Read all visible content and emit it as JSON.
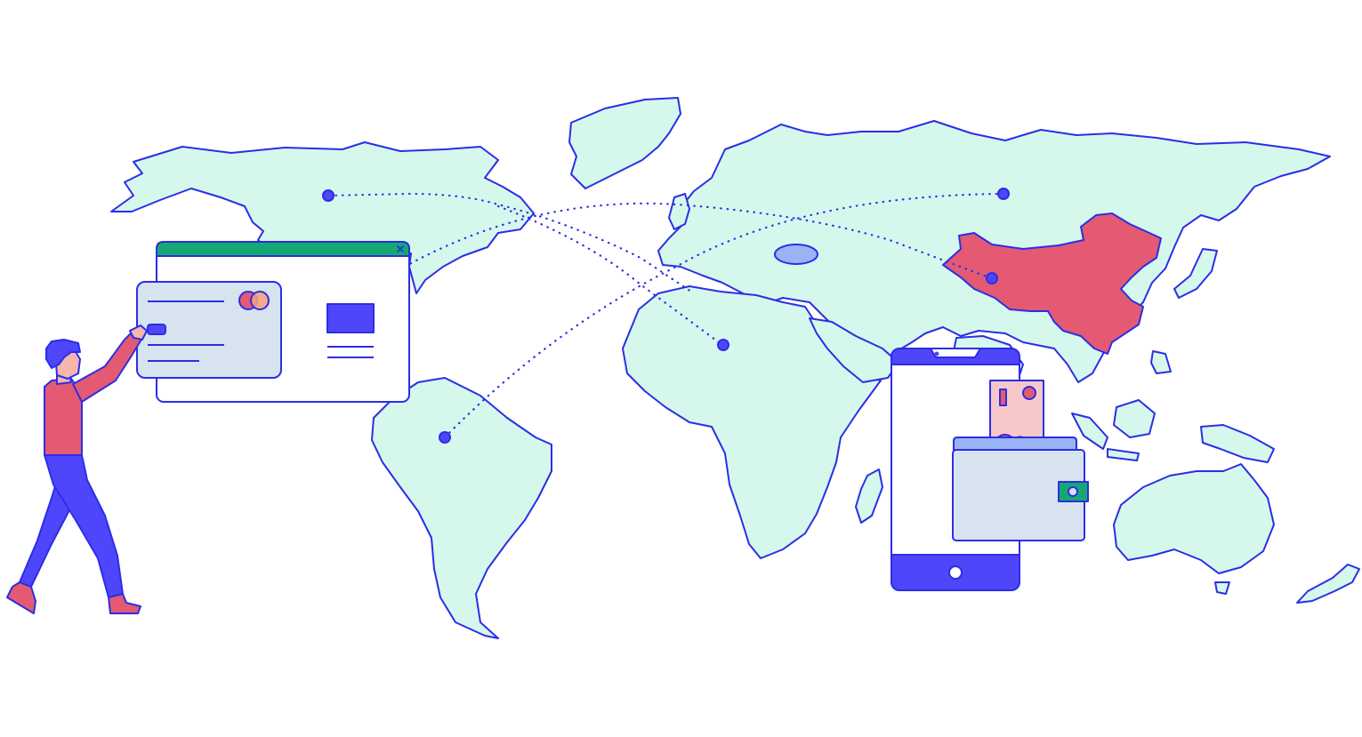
{
  "scene": {
    "illustration": "global-payments",
    "elements": [
      "world-map",
      "highlighted-region",
      "route-lines",
      "browser-window",
      "credit-card",
      "smartphone",
      "wallet",
      "banknote",
      "person"
    ]
  },
  "colors": {
    "background": "#ffffff",
    "land": "#d6f7ec",
    "outline": "#2b2ee6",
    "accent": "#4f46fb",
    "highlight": "#e35a72",
    "lake": "#9ab3f5",
    "card": "#d7e4f0",
    "browser_bar": "#16a873",
    "note": "#f8c7c9",
    "cash": "#16a873",
    "skin": "#f4b6ad"
  },
  "icons": {
    "card_logo": "mastercard-logo-icon",
    "card_chip": "card-chip-icon",
    "browser_close": "close-icon",
    "wallet_clasp": "wallet-clasp-icon",
    "phone_home": "home-button-icon",
    "route_node": "location-dot-icon"
  }
}
